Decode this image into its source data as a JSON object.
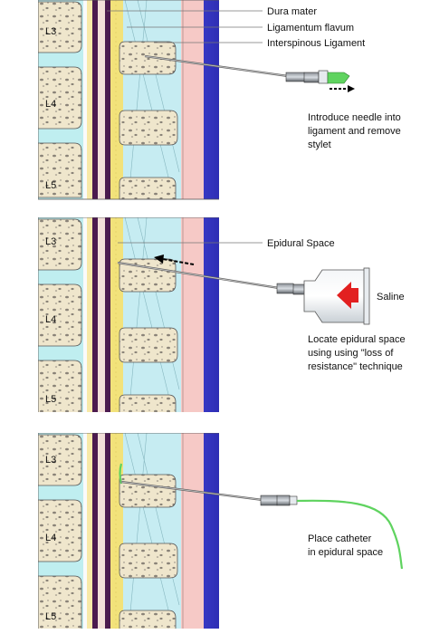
{
  "panels": [
    {
      "vertebrae": [
        "L3",
        "L4",
        "L5"
      ],
      "labels": [
        "Dura mater",
        "Ligamentum flavum",
        "Interspinous Ligament"
      ],
      "caption": [
        "Introduce needle into",
        "ligament and remove",
        "stylet"
      ]
    },
    {
      "vertebrae": [
        "L3",
        "L4",
        "L5"
      ],
      "labels": [
        "Epidural Space"
      ],
      "syringe_label": "Saline",
      "caption": [
        "Locate epidural space",
        "using using \"loss of",
        "resistance\" technique"
      ]
    },
    {
      "vertebrae": [
        "L3",
        "L4",
        "L5"
      ],
      "caption": [
        "Place catheter",
        "in epidural space"
      ]
    }
  ],
  "colors": {
    "spinal_cord": "#4b1a4e",
    "ligamentum_flavum": "#f2e27a",
    "interspinous": "#c6ecf2",
    "skin": "#f6c9c6",
    "deep": "#1a1aa0",
    "bone": "#efe6cc",
    "disc": "#bfeef0",
    "catheter": "#5fd35f",
    "saline_arrow": "#e22020"
  }
}
